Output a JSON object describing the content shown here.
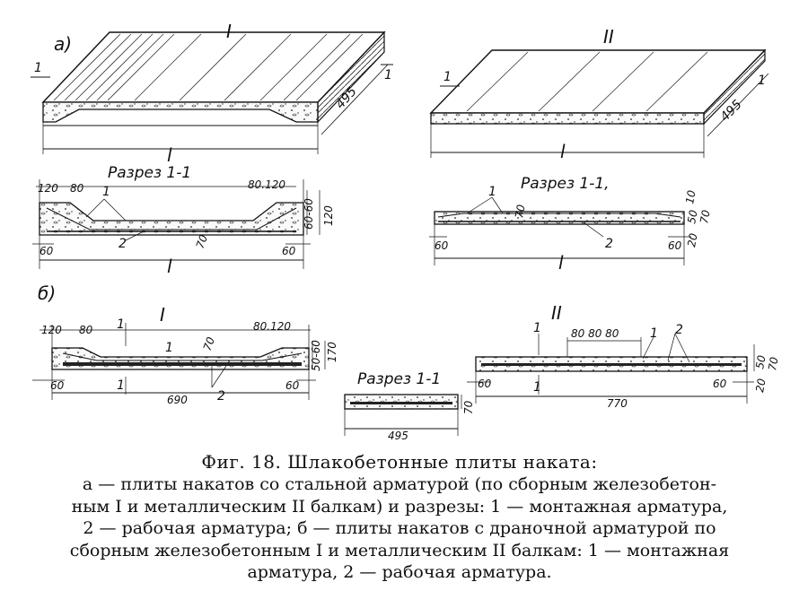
{
  "figure": {
    "panel_a_label": "а)",
    "panel_b_label": "б)",
    "roman_I": "I",
    "roman_II": "II",
    "section_marker": "1",
    "length_symbol": "l",
    "section_title": "Разрез 1-1",
    "section_title_a2": "Разрез 1-1,",
    "dims": {
      "width_495": "495",
      "d120": "120",
      "d80": "80",
      "d80_120": "80.120",
      "d60": "60",
      "d70": "70",
      "d60_60": "60-60",
      "d10": "10",
      "d50": "50",
      "d20": "20",
      "d690": "690",
      "d770": "770",
      "d80_80_80": "80 80 80",
      "d170": "170",
      "d50_60": "50-60",
      "rebar_1": "1",
      "rebar_2": "2"
    }
  },
  "caption": {
    "title": "Фиг. 18. Шлакобетонные плиты наката:",
    "line1": "а — плиты накатов со стальной арматурой (по сборным железобетон-",
    "line2": "ным I и металлическим II балкам) и разрезы: 1 — монтажная арматура,",
    "line3": "2 — рабочая арматура; б — плиты накатов с драночной арматурой по",
    "line4": "сборным  железобетонным I и металлическим  II балкам: 1 — монтажная",
    "line5": "арматура, 2 — рабочая арматура."
  }
}
